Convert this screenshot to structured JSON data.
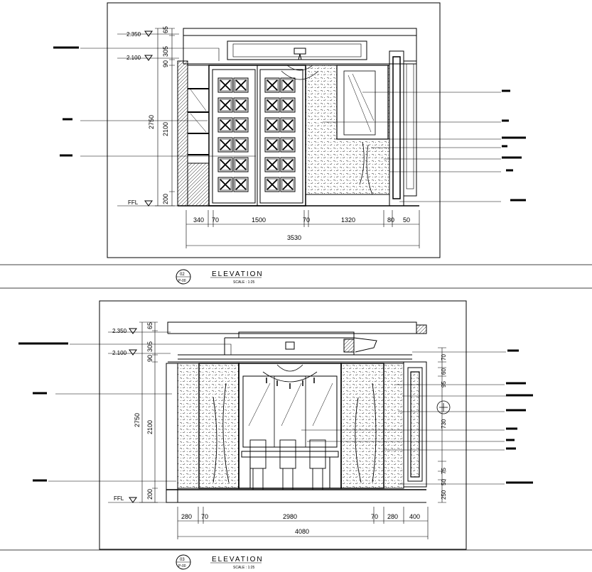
{
  "elevation_top": {
    "levels": [
      "2.350",
      "2.100",
      "FFL"
    ],
    "vertical_dims": [
      "65",
      "305",
      "90",
      "2750",
      "2100",
      "200"
    ],
    "horizontal_dims": [
      "340",
      "70",
      "1500",
      "70",
      "1320",
      "80",
      "50"
    ],
    "total_width": "3530",
    "title": "ELEVATION",
    "scale": "SCALE : 1:25",
    "marker_top": "02",
    "marker_bottom": "P-00"
  },
  "elevation_bottom": {
    "levels": [
      "2.350",
      "2.100",
      "FFL"
    ],
    "vertical_dims": [
      "65",
      "305",
      "90",
      "2750",
      "2100",
      "200"
    ],
    "right_dims": [
      "70",
      "60",
      "95",
      "730",
      "75",
      "50",
      "250"
    ],
    "horizontal_dims": [
      "280",
      "70",
      "2980",
      "70",
      "280",
      "400"
    ],
    "total_width": "4080",
    "title": "ELEVATION",
    "scale": "SCALE : 1:25",
    "marker_top": "03",
    "marker_bottom": "P-00"
  }
}
